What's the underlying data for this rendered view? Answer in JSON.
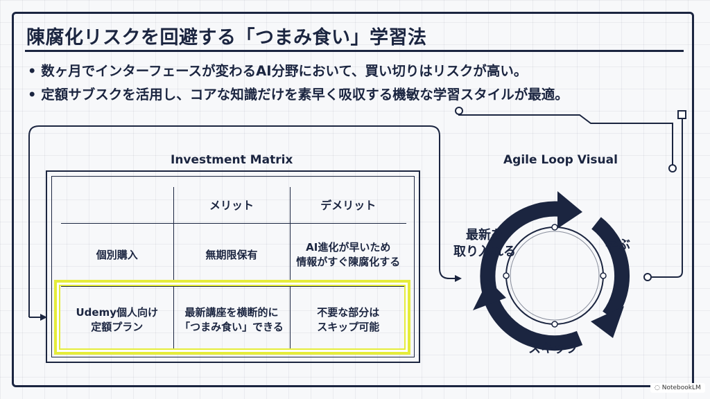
{
  "title": "陳腐化リスクを回避する「つまみ食い」学習法",
  "bullets": [
    "数ヶ月でインターフェースが変わるAI分野において、買い切りはリスクが高い。",
    "定額サブスクを活用し、コアな知識だけを素早く吸収する機敏な学習スタイルが最適。"
  ],
  "matrix": {
    "title": "Investment Matrix",
    "headers": [
      "",
      "メリット",
      "デメリット"
    ],
    "rows": [
      {
        "label": "個別購入",
        "merit": "無期限保有",
        "demerit_lines": [
          "AI進化が早いため",
          "情報がすぐ陳腐化する"
        ]
      },
      {
        "label_lines": [
          "Udemy個人向け",
          "定額プラン"
        ],
        "merit_lines": [
          "最新講座を横断的に",
          "「つまみ食い」できる"
        ],
        "demerit_lines": [
          "不要な部分は",
          "スキップ可能"
        ],
        "highlighted": true
      }
    ]
  },
  "loop": {
    "title": "Agile Loop Visual",
    "steps": [
      {
        "lines": [
          "最新を",
          "取り入れる"
        ]
      },
      {
        "lines": [
          "学ぶ"
        ]
      },
      {
        "lines": [
          "スキップ"
        ]
      }
    ]
  },
  "colors": {
    "navy": "#1b2540",
    "highlight": "#e5ec3a",
    "background": "#f7f8fa"
  },
  "badge": {
    "icon": "notebooklm-icon",
    "label": "NotebookLM"
  }
}
